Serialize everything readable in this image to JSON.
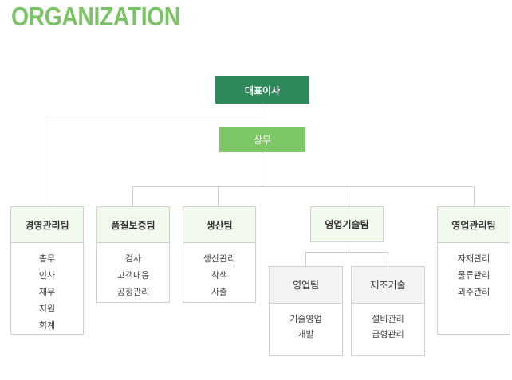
{
  "title": "ORGANIZATION",
  "ceo": "대표이사",
  "sangmu": "상무",
  "teams": [
    {
      "name": "경영관리팀",
      "items": [
        "총무",
        "인사",
        "재무",
        "지원",
        "회계"
      ]
    },
    {
      "name": "품질보증팀",
      "items": [
        "검사",
        "고객대응",
        "공정관리"
      ]
    },
    {
      "name": "생산팀",
      "items": [
        "생산관리",
        "착색",
        "사출"
      ]
    },
    {
      "name": "영업기술팀",
      "items": []
    },
    {
      "name": "영업관리팀",
      "items": [
        "자재관리",
        "물류관리",
        "외주관리"
      ]
    }
  ],
  "subteams": [
    {
      "name": "영업팀",
      "items": [
        "기술영업",
        "개발"
      ]
    },
    {
      "name": "제조기술",
      "items": [
        "설비관리",
        "금형관리"
      ]
    }
  ],
  "colors": {
    "title": "#7ac466",
    "ceo": "#2e8a5a",
    "sangmu": "#7dc767",
    "line": "#cccccc",
    "team_head_bg": "#f2faed"
  }
}
